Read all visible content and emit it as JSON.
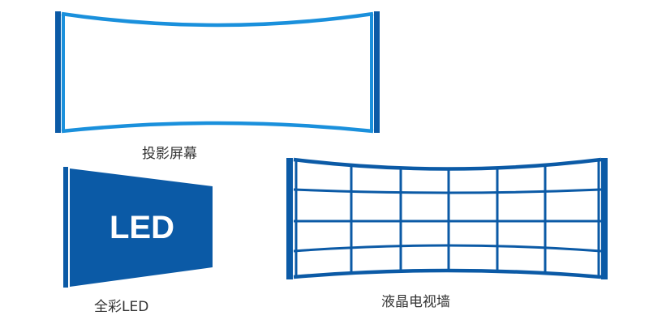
{
  "items": [
    {
      "label": "投影屏幕"
    },
    {
      "label": "全彩LED",
      "screen_text": "LED"
    },
    {
      "label": "液晶电视墙"
    }
  ],
  "colors": {
    "dark_blue": "#0b5aa6",
    "light_blue": "#1a90dc",
    "label": "#333333"
  },
  "video_wall": {
    "rows": 4,
    "columns": 6
  }
}
